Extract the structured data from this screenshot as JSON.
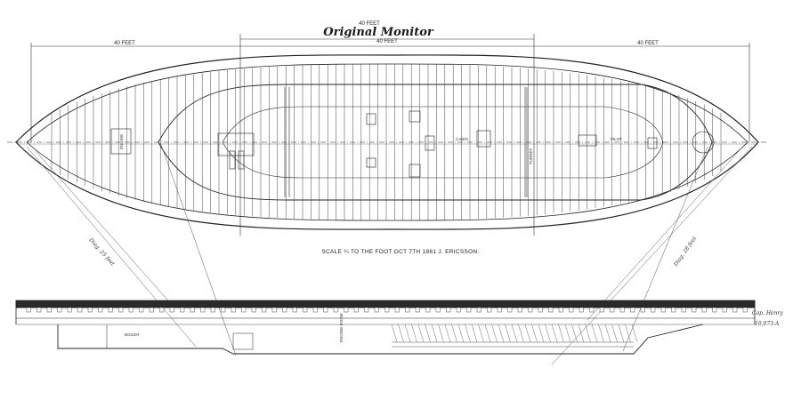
{
  "drawing": {
    "title": "Original Monitor",
    "dim_left": "40 FEET",
    "dim_center": "40 FEET",
    "dim_center_lower": "40 FEET",
    "dim_right": "40 FEET",
    "scale_note": "SCALE ¼ TO THE FOOT    OCT 7TH 1861   J. ERICSSON.",
    "margin_note": "Cap. Henry",
    "catalog_no": "16,073-A",
    "plan_labels": [
      "ENGINE",
      "CABIN",
      "TURRET",
      "PILOT"
    ],
    "lower_labels": [
      "ENGINE ROOM",
      "BOILER"
    ]
  }
}
